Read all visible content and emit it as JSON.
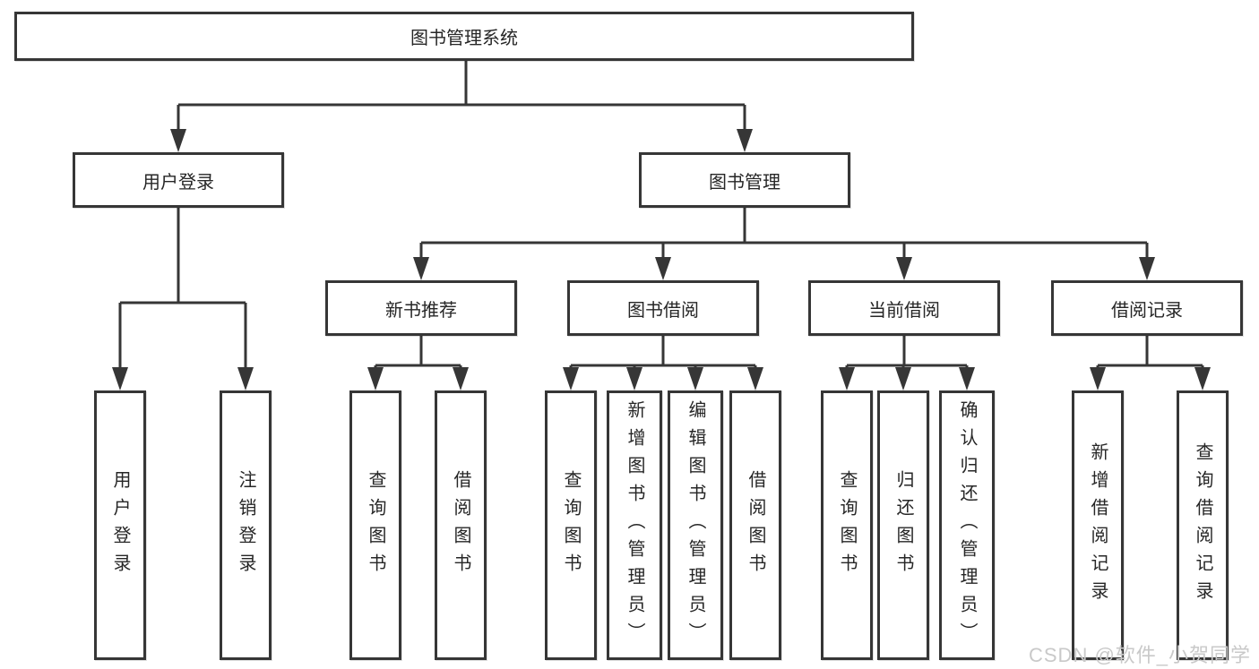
{
  "diagram": {
    "type": "hierarchy-tree",
    "root": {
      "label": "图书管理系统",
      "children": [
        {
          "label": "用户登录",
          "children": [
            {
              "label": "用户登录"
            },
            {
              "label": "注销登录"
            }
          ]
        },
        {
          "label": "图书管理",
          "children": [
            {
              "label": "新书推荐",
              "children": [
                {
                  "label": "查询图书"
                },
                {
                  "label": "借阅图书"
                }
              ]
            },
            {
              "label": "图书借阅",
              "children": [
                {
                  "label": "查询图书"
                },
                {
                  "label": "新增图书（管理员）"
                },
                {
                  "label": "编辑图书（管理员）"
                },
                {
                  "label": "借阅图书"
                }
              ]
            },
            {
              "label": "当前借阅",
              "children": [
                {
                  "label": "查询图书"
                },
                {
                  "label": "归还图书"
                },
                {
                  "label": "确认归还（管理员）"
                }
              ]
            },
            {
              "label": "借阅记录",
              "children": [
                {
                  "label": "新增借阅记录"
                },
                {
                  "label": "查询借阅记录"
                }
              ]
            }
          ]
        }
      ]
    }
  },
  "watermark": {
    "text": "CSDN @软件_小贺同学"
  },
  "colors": {
    "line": "#363636",
    "box_border": "#363636",
    "box_background": "#ffffff",
    "text": "#262626",
    "watermark": "#c9c9c9",
    "page_background": "#ffffff"
  }
}
